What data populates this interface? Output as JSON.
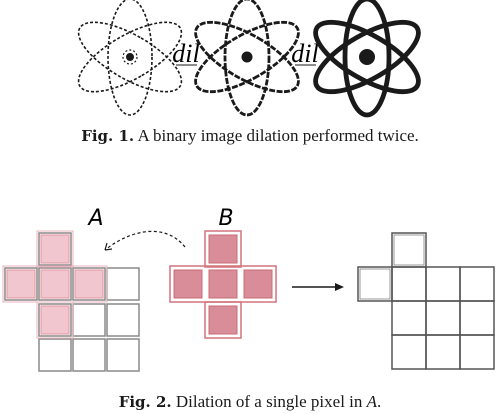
{
  "figure1": {
    "operator_label": "dil",
    "caption_label": "Fig. 1.",
    "caption_text": " A binary image dilation performed twice."
  },
  "figure2": {
    "set_a_label": "A",
    "set_b_label": "B",
    "caption_label": "Fig. 2.",
    "caption_text_before": " Dilation of a single pixel in ",
    "caption_text_italic": "A",
    "caption_text_after": "."
  },
  "colors": {
    "ink": "#1a1a1a",
    "grid_gray": "#8a8a8a",
    "highlight_light": "#f2c6cf",
    "highlight_dark": "#d98d99",
    "highlight_stroke": "#d2747d"
  }
}
